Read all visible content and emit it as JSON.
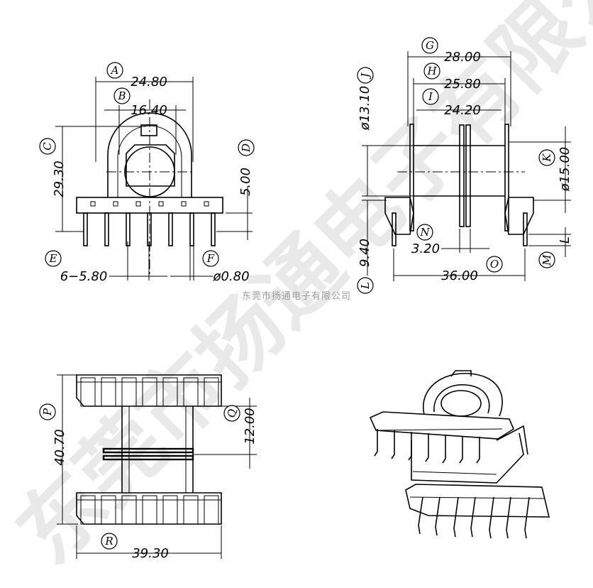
{
  "watermark": "东莞市扬通电子有限公司",
  "company_caption": "东莞市扬通电子有限公司",
  "front_view": {
    "A": {
      "letter": "A",
      "value": "24.80"
    },
    "B": {
      "letter": "B",
      "value": "16.40"
    },
    "C": {
      "letter": "C",
      "value": "29.30"
    },
    "D": {
      "letter": "D",
      "value": "5.00"
    },
    "E": {
      "letter": "E",
      "value": "6−5.80"
    },
    "F": {
      "letter": "F",
      "value": "ø0.80"
    }
  },
  "side_view": {
    "G": {
      "letter": "G",
      "value": "28.00"
    },
    "H": {
      "letter": "H",
      "value": "25.80"
    },
    "I": {
      "letter": "I",
      "value": "24.20"
    },
    "J": {
      "letter": "J",
      "value": "ø13.10"
    },
    "K": {
      "letter": "K",
      "value": "ø15.00"
    },
    "L": {
      "letter": "L",
      "value": "9.40"
    },
    "M": {
      "letter": "M",
      "value": "L"
    },
    "N": {
      "letter": "N",
      "value": "3.20"
    },
    "O": {
      "letter": "O",
      "value": "36.00"
    }
  },
  "bottom_view": {
    "P": {
      "letter": "P",
      "value": "40.70"
    },
    "Q": {
      "letter": "Q",
      "value": "12.00"
    },
    "R": {
      "letter": "R",
      "value": "39.30"
    }
  }
}
